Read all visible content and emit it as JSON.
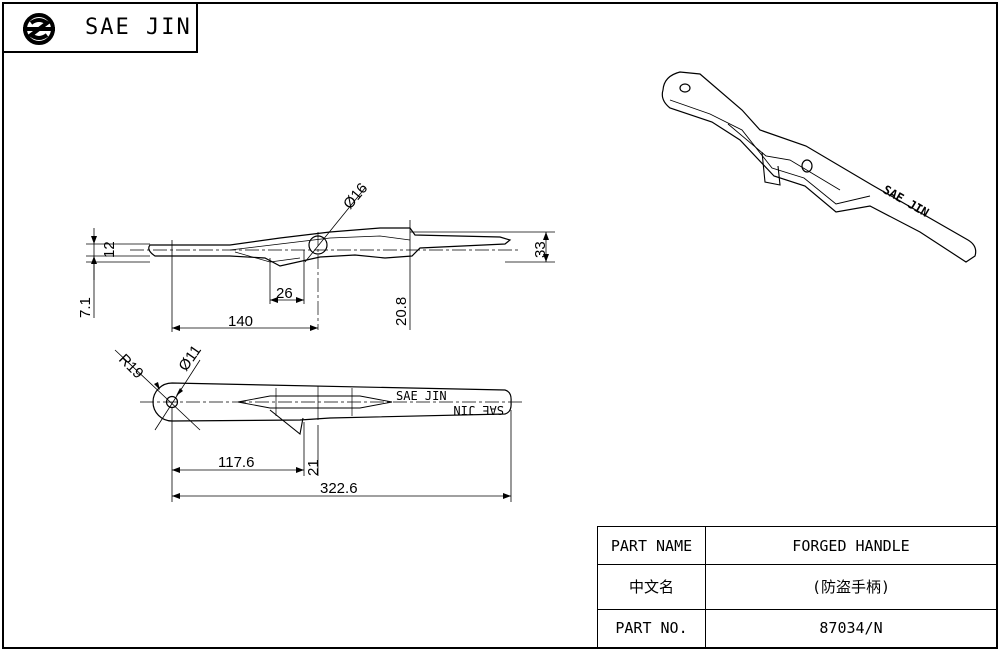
{
  "brand": {
    "name": "SAE JIN",
    "logo": "sj-logo-icon"
  },
  "drawing": {
    "side_view_dims": {
      "d_hole": "Ø16",
      "h12": "12",
      "h7_1": "7.1",
      "w26": "26",
      "w140": "140",
      "h20_8": "20.8",
      "h33": "33"
    },
    "top_view_dims": {
      "radius": "R19",
      "d_hole": "Ø11",
      "w117_6": "117.6",
      "h21": "21",
      "total": "322.6"
    },
    "engraving": {
      "text": "SAE JIN",
      "text_mirrored": "SAE JIN"
    },
    "iso_engraving": "SAE JIN"
  },
  "title_block": {
    "rows": [
      {
        "label": "PART NAME",
        "value": "FORGED HANDLE"
      },
      {
        "label": "中文名",
        "value": "(防盗手柄)"
      },
      {
        "label": "PART NO.",
        "value": "87034/N"
      }
    ]
  }
}
